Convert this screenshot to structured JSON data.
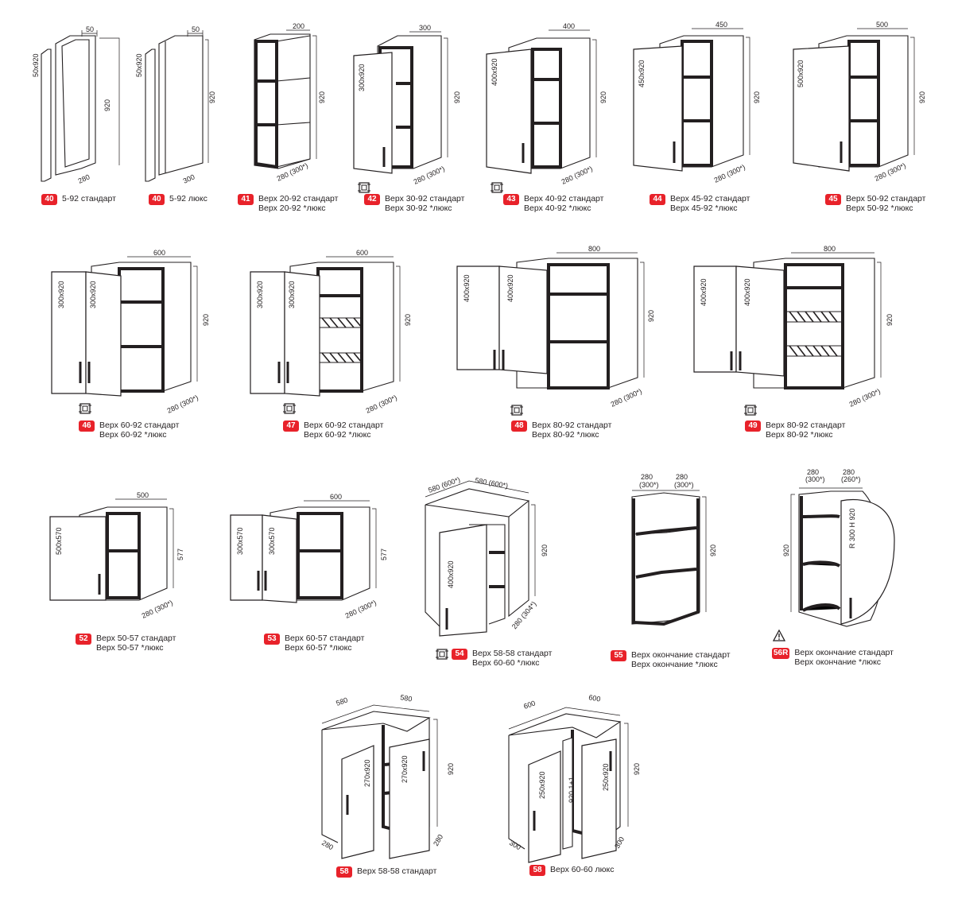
{
  "items": [
    {
      "num": "40",
      "lines": [
        "5-92 стандарт"
      ]
    },
    {
      "num": "40",
      "lines": [
        "5-92 люкс"
      ]
    },
    {
      "num": "41",
      "lines": [
        "Верх 20-92 стандарт",
        "Верх 20-92 *люкс"
      ]
    },
    {
      "num": "42",
      "lines": [
        "Верх 30-92 стандарт",
        "Верх 30-92 *люкс"
      ]
    },
    {
      "num": "43",
      "lines": [
        "Верх 40-92 стандарт",
        "Верх 40-92 *люкс"
      ]
    },
    {
      "num": "44",
      "lines": [
        "Верх 45-92 стандарт",
        "Верх 45-92 *люкс"
      ]
    },
    {
      "num": "45",
      "lines": [
        "Верх 50-92 стандарт",
        "Верх 50-92 *люкс"
      ]
    },
    {
      "num": "46",
      "lines": [
        "Верх 60-92 стандарт",
        "Верх 60-92 *люкс"
      ]
    },
    {
      "num": "47",
      "lines": [
        "Верх 60-92 стандарт",
        "Верх 60-92 *люкс"
      ]
    },
    {
      "num": "48",
      "lines": [
        "Верх 80-92 стандарт",
        "Верх 80-92 *люкс"
      ]
    },
    {
      "num": "49",
      "lines": [
        "Верх 80-92 стандарт",
        "Верх 80-92 *люкс"
      ]
    },
    {
      "num": "52",
      "lines": [
        "Верх 50-57 стандарт",
        "Верх 50-57 *люкс"
      ]
    },
    {
      "num": "53",
      "lines": [
        "Верх 60-57 стандарт",
        "Верх 60-57 *люкс"
      ]
    },
    {
      "num": "54",
      "lines": [
        "Верх 58-58 стандарт",
        "Верх 60-60 *люкс"
      ]
    },
    {
      "num": "55",
      "lines": [
        "Верх окончание  стандарт",
        "Верх окончание  *люкс"
      ]
    },
    {
      "num": "56R",
      "lines": [
        "Верх окончание  стандарт",
        "Верх окончание  *люкс"
      ]
    },
    {
      "num": "58",
      "lines": [
        "Верх 58-58 стандарт"
      ]
    },
    {
      "num": "58",
      "lines": [
        "Верх 60-60 люкс"
      ]
    }
  ],
  "dims": {
    "d50": "50",
    "d920": "920",
    "d50x920": "50x920",
    "d280": "280",
    "d300": "300",
    "d200": "200",
    "d280_300": "280 (300*)",
    "d300x920": "300x920",
    "d400": "400",
    "d400x920": "400x920",
    "d450": "450",
    "d450x920": "450x920",
    "d500": "500",
    "d500x920": "500x920",
    "d600": "600",
    "d800": "800",
    "d500x570": "500x570",
    "d577": "577",
    "d300x570": "300x570",
    "d580_600": "580 (600*)",
    "d280_304": "280 (304*)",
    "d280b": "280",
    "d300s": "(300*)",
    "d260s": "(260*)",
    "dR300": "R 300  H 920",
    "d580": "580",
    "d270x920": "270x920",
    "d250x920": "250x920",
    "d920_1_1": "920  1+1"
  },
  "icons": {
    "hinge_icon": "hinge-symbol",
    "warning_icon": "warning-triangle"
  }
}
